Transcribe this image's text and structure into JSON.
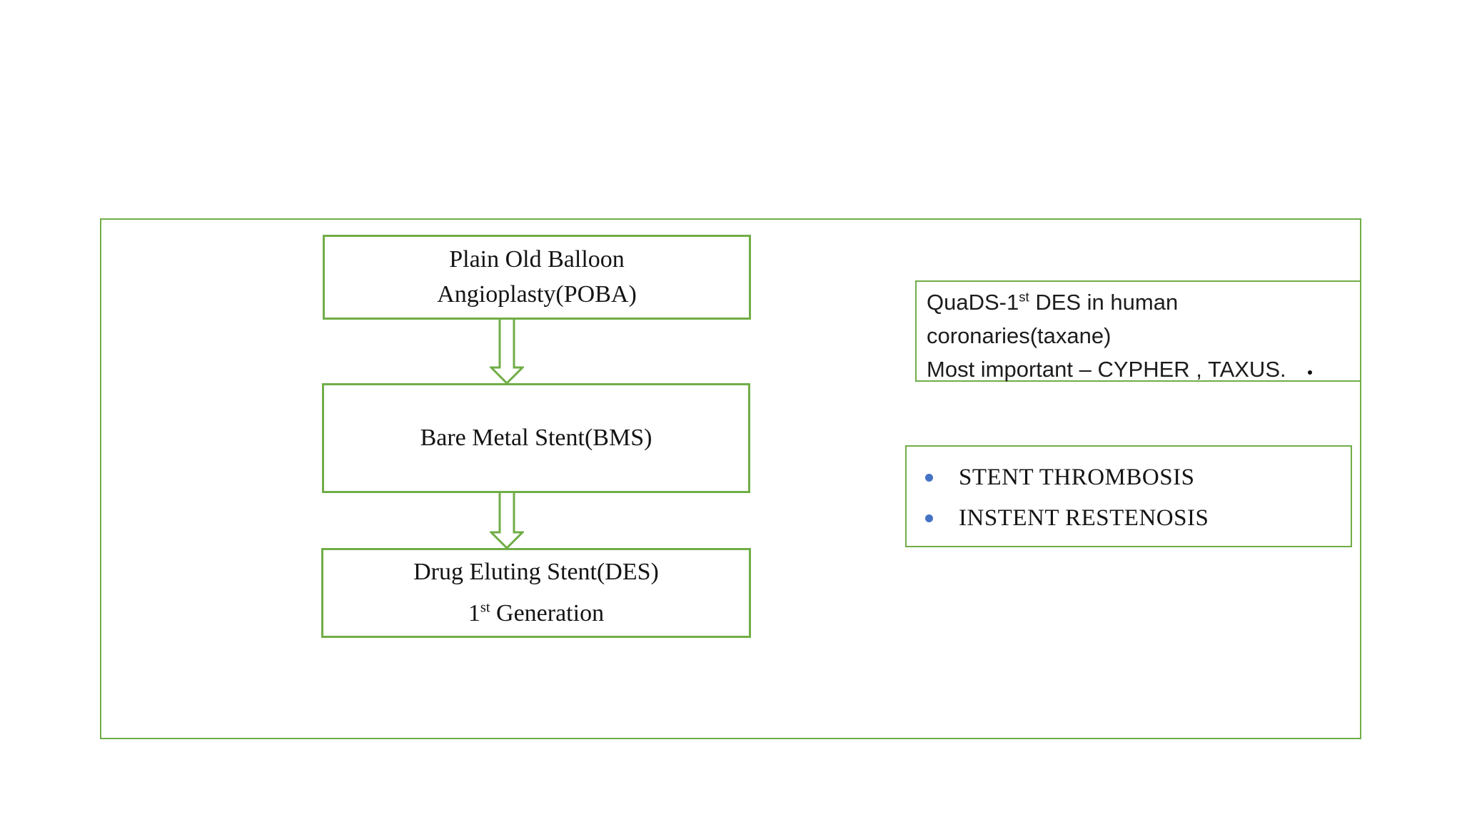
{
  "colors": {
    "green": "#70AD47",
    "bullet_blue": "#4472C4",
    "text_black": "#141414"
  },
  "flowchart": {
    "poba": {
      "line1": "Plain Old Balloon",
      "line2": "Angioplasty(POBA)"
    },
    "bms": {
      "label": "Bare Metal Stent(BMS)"
    },
    "des": {
      "line1": "Drug Eluting Stent(DES)",
      "gen_prefix": "1",
      "gen_sup": "st",
      "gen_rest": " Generation"
    }
  },
  "note_box": {
    "line1_prefix": "QuaDS-1",
    "line1_sup": "st",
    "line1_rest": " DES in human",
    "line2": "coronaries(taxane)",
    "line3": "Most important – CYPHER , TAXUS."
  },
  "bullets": {
    "items": [
      {
        "label": "STENT THROMBOSIS"
      },
      {
        "label": "INSTENT RESTENOSIS"
      }
    ]
  }
}
